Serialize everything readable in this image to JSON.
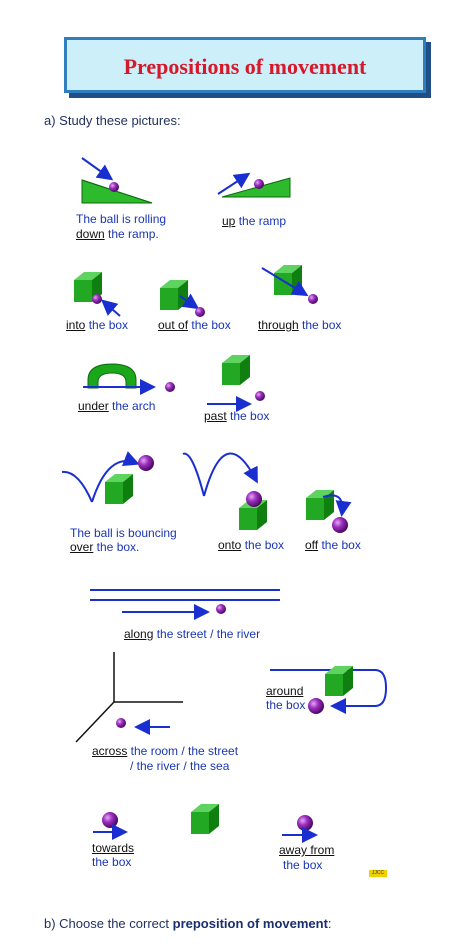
{
  "title": "Prepositions of movement",
  "section_a": "a) Study these pictures:",
  "section_b_prefix": "b) Choose the correct ",
  "section_b_bold": "preposition of movement",
  "section_b_suffix": ":",
  "labels": {
    "down_l1": "The ball is rolling",
    "down_key": "down",
    "down_rest": " the ramp.",
    "up_key": "up",
    "up_rest": " the ramp",
    "into_key": "into",
    "into_rest": " the box",
    "outof_key": "out of",
    "outof_rest": " the box",
    "through_key": "through",
    "through_rest": " the box",
    "under_key": "under",
    "under_rest": " the arch",
    "past_key": "past",
    "past_rest": " the box",
    "over_l1": "The ball is bouncing",
    "over_key": "over",
    "over_rest": " the box.",
    "onto_key": "onto",
    "onto_rest": " the box",
    "off_key": "off",
    "off_rest": " the box",
    "along_key": "along",
    "along_rest": " the street / the river",
    "around_key": "around",
    "around_l2": "the box",
    "across_key": "across",
    "across_rest": " the room / the street",
    "across_l2": "/ the river / the sea",
    "towards_key": "towards",
    "towards_l2": "the box",
    "awayfrom_key": "away from",
    "awayfrom_l2": "the box",
    "credit": "JJCC"
  },
  "colors": {
    "arrow": "#1a2fd0",
    "ball": "#8a1fa8",
    "box": "#1aa81a",
    "title": "#d6192a"
  }
}
